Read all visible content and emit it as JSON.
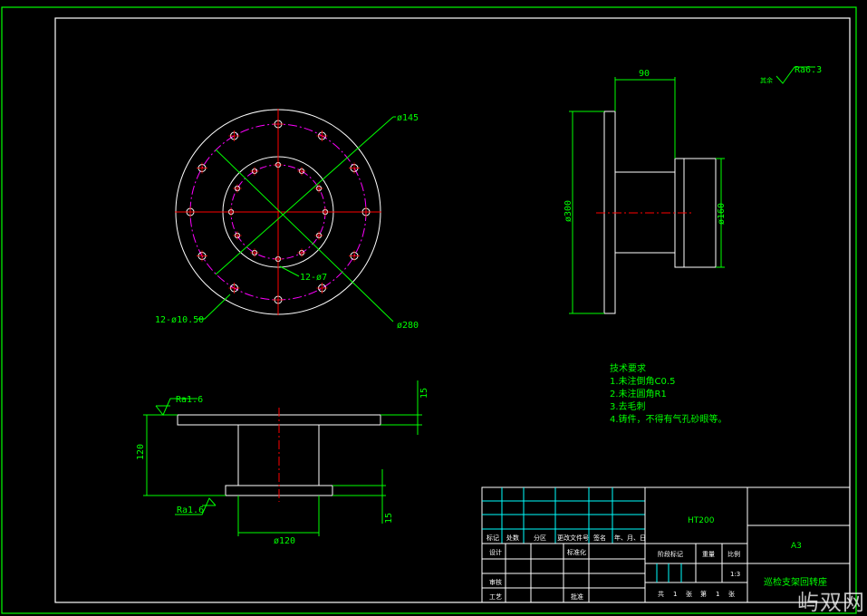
{
  "front_view": {
    "labels": {
      "outer_bolt_circle": "ø145",
      "outer_diameter": "ø280",
      "inner_holes": "12-ø7",
      "outer_holes": "12-ø10.50"
    }
  },
  "side_view": {
    "dims": {
      "length": "90",
      "big_dia": "ø300",
      "small_dia": "ø160"
    },
    "roughness_note": {
      "prefix": "其余",
      "value": "Ra6.3"
    }
  },
  "bottom_view": {
    "dims": {
      "top_thick": "15",
      "height": "120",
      "bottom_thick": "15",
      "shaft_dia": "ø120"
    },
    "roughness_top": "Ra1.6",
    "roughness_bottom": "Ra1.6"
  },
  "tech_requirements": {
    "title": "技术要求",
    "items": [
      "1.未注倒角C0.5",
      "2.未注圆角R1",
      "3.去毛刺",
      "4.铸件，不得有气孔砂眼等。"
    ]
  },
  "title_block": {
    "material": "HT200",
    "paper_size": "A3",
    "part_name": "巡检支架回转座",
    "headers": [
      "标记",
      "处数",
      "分区",
      "更改文件号",
      "签名",
      "年、月、日"
    ],
    "design": "设计",
    "standardize": "标准化",
    "stage_mark": "阶段标记",
    "weight": "重量",
    "scale": "比例",
    "scale_value": "1:3",
    "review": "审核",
    "process": "工艺",
    "approve": "批准",
    "sheet_total_prefix": "共",
    "sheet_total": "1",
    "sheet_total_suffix": "张",
    "sheet_no_prefix": "第",
    "sheet_no": "1",
    "sheet_no_suffix": "张"
  },
  "watermark": "屿双网",
  "colors": {
    "frame": "#00ff00",
    "outline": "#ffffff",
    "dim": "#00ff00",
    "center": "#ff0000",
    "pitch": "#ff00ff",
    "table": "#00ffff"
  }
}
